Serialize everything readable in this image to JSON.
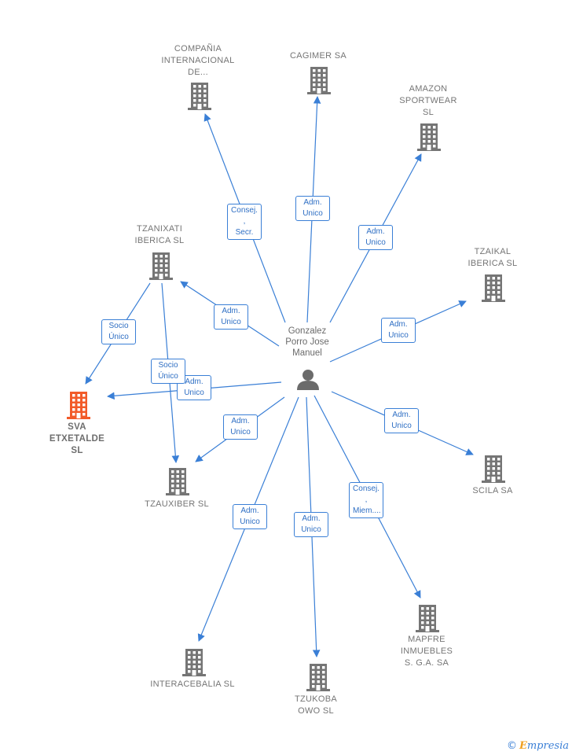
{
  "colors": {
    "edge": "#3a7fd6",
    "building": "#757575",
    "highlight": "#f25b29",
    "person": "#6b6b6b"
  },
  "center": {
    "name": "Gonzalez\nPorro Jose\nManuel",
    "icon": "person-icon"
  },
  "nodes": [
    {
      "id": "compania",
      "label": "COMPAÑIA\nINTERNACIONAL\nDE...",
      "icon": "building-icon"
    },
    {
      "id": "cagimer",
      "label": "CAGIMER SA",
      "icon": "building-icon"
    },
    {
      "id": "amazon",
      "label": "AMAZON\nSPORTWEAR\nSL",
      "icon": "building-icon"
    },
    {
      "id": "tzanixati",
      "label": "TZANIXATI\nIBERICA SL",
      "icon": "building-icon"
    },
    {
      "id": "tzaikal",
      "label": "TZAIKAL\nIBERICA SL",
      "icon": "building-icon"
    },
    {
      "id": "sva",
      "label": "SVA\nETXETALDE\nSL",
      "icon": "building-icon",
      "highlight": true
    },
    {
      "id": "tzauxiber",
      "label": "TZAUXIBER SL",
      "icon": "building-icon"
    },
    {
      "id": "scila",
      "label": "SCILA SA",
      "icon": "building-icon"
    },
    {
      "id": "mapfre",
      "label": "MAPFRE\nINMUEBLES\nS. G.A. SA",
      "icon": "building-icon"
    },
    {
      "id": "interacebalia",
      "label": "INTERACEBALIA SL",
      "icon": "building-icon"
    },
    {
      "id": "tzukoba",
      "label": "TZUKOBA\nOWO SL",
      "icon": "building-icon"
    }
  ],
  "edges": [
    {
      "from": "center",
      "to": "compania",
      "label": "Consej. ,\nSecr."
    },
    {
      "from": "center",
      "to": "cagimer",
      "label": "Adm.\nUnico"
    },
    {
      "from": "center",
      "to": "amazon",
      "label": "Adm.\nUnico"
    },
    {
      "from": "center",
      "to": "tzanixati",
      "label": "Adm.\nUnico"
    },
    {
      "from": "center",
      "to": "tzaikal",
      "label": "Adm.\nUnico"
    },
    {
      "from": "center",
      "to": "sva",
      "label": "Adm.\nUnico"
    },
    {
      "from": "tzanixati",
      "to": "sva",
      "label": "Socio\nÚnico"
    },
    {
      "from": "tzanixati",
      "to": "tzauxiber",
      "label": "Socio\nÚnico"
    },
    {
      "from": "center",
      "to": "tzauxiber",
      "label": "Adm.\nUnico"
    },
    {
      "from": "center",
      "to": "scila",
      "label": "Adm.\nUnico"
    },
    {
      "from": "center",
      "to": "mapfre",
      "label": "Consej. ,\nMiem...."
    },
    {
      "from": "center",
      "to": "interacebalia",
      "label": "Adm.\nUnico"
    },
    {
      "from": "center",
      "to": "tzukoba",
      "label": "Adm.\nUnico"
    }
  ],
  "brand": {
    "symbol": "©",
    "initial": "E",
    "rest": "mpresia"
  }
}
